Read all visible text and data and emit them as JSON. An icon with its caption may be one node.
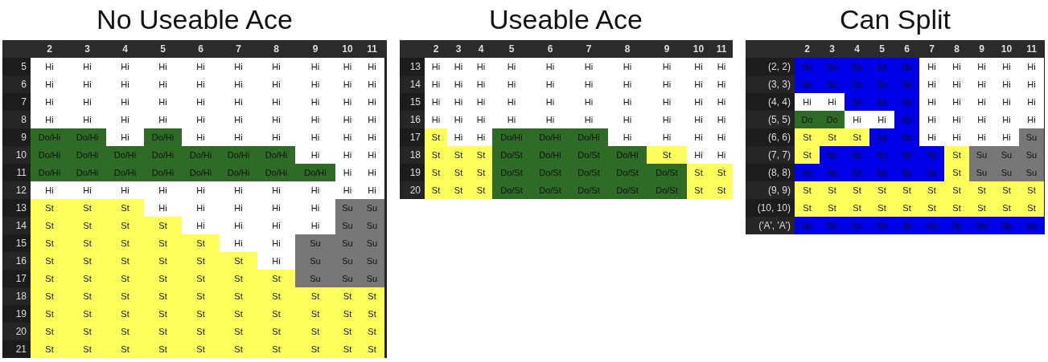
{
  "diagram": {
    "nodes": [
      {
        "text": [
          "No Useable Ace"
        ]
      },
      {
        "text": [
          "Useable Ace"
        ]
      },
      {
        "text": [
          "Can Split"
        ]
      }
    ],
    "labels": [
      "2",
      "3",
      "4",
      "5",
      "6",
      "7",
      "8",
      "9",
      "10",
      "11",
      "5",
      "Hi",
      "Hi",
      "Hi",
      "Hi",
      "Hi",
      "Hi",
      "Hi",
      "Hi",
      "Hi",
      "Hi",
      "6",
      "Hi",
      "Hi",
      "Hi",
      "Hi",
      "Hi",
      "Hi",
      "Hi",
      "Hi",
      "Hi",
      "Hi",
      "7",
      "Hi",
      "Hi",
      "Hi",
      "Hi",
      "Hi",
      "Hi",
      "Hi",
      "Hi",
      "Hi",
      "Hi",
      "8",
      "Hi",
      "Hi",
      "Hi",
      "Hi",
      "Hi",
      "Hi",
      "Hi",
      "Hi",
      "Hi",
      "Hi",
      "9",
      "Do/Hi",
      "Do/Hi",
      "Hi",
      "Do/Hi",
      "Hi",
      "Hi",
      "Hi",
      "Hi",
      "Hi",
      "Hi",
      "10",
      "Do/Hi",
      "Do/Hi",
      "Do/Hi",
      "Do/Hi",
      "Do/Hi",
      "Do/Hi",
      "Do/Hi",
      "Hi",
      "Hi",
      "Hi",
      "11",
      "Do/Hi",
      "Do/Hi",
      "Do/Hi",
      "Do/Hi",
      "Do/Hi",
      "Do/Hi",
      "Do/Hi",
      "Do/Hi",
      "Hi",
      "Hi",
      "12",
      "Hi",
      "Hi",
      "Hi",
      "Hi",
      "Hi",
      "Hi",
      "Hi",
      "Hi",
      "Hi",
      "Hi",
      "13",
      "St",
      "St",
      "St",
      "Hi",
      "Hi",
      "Hi",
      "Hi",
      "Hi",
      "Su",
      "Su",
      "14",
      "St",
      "St",
      "St",
      "St",
      "Hi",
      "Hi",
      "Hi",
      "Hi",
      "Su",
      "Su",
      "15",
      "St",
      "St",
      "St",
      "St",
      "St",
      "Hi",
      "Hi",
      "Su",
      "Su",
      "Su",
      "16",
      "St",
      "St",
      "St",
      "St",
      "St",
      "St",
      "Hi",
      "Su",
      "Su",
      "Su",
      "17",
      "St",
      "St",
      "St",
      "St",
      "St",
      "St",
      "St",
      "Su",
      "Su",
      "Su",
      "18",
      "St",
      "St",
      "St",
      "St",
      "St",
      "St",
      "St",
      "St",
      "St",
      "St",
      "19",
      "St",
      "St",
      "St",
      "St",
      "St",
      "St",
      "St",
      "St",
      "St",
      "St",
      "20",
      "St",
      "St",
      "St",
      "St",
      "St",
      "St",
      "St",
      "St",
      "St",
      "St",
      "21",
      "St",
      "St",
      "St",
      "St",
      "St",
      "St",
      "St",
      "St",
      "St",
      "St",
      "2",
      "3",
      "4",
      "5",
      "6",
      "7",
      "8",
      "9",
      "10",
      "11",
      "13",
      "Hi",
      "Hi",
      "Hi",
      "Hi",
      "Hi",
      "Hi",
      "Hi",
      "Hi",
      "Hi",
      "Hi",
      "14",
      "Hi",
      "Hi",
      "Hi",
      "Hi",
      "Hi",
      "Hi",
      "Hi",
      "Hi",
      "Hi",
      "Hi",
      "15",
      "Hi",
      "Hi",
      "Hi",
      "Hi",
      "Hi",
      "Hi",
      "Hi",
      "Hi",
      "Hi",
      "Hi",
      "16",
      "Hi",
      "Hi",
      "Hi",
      "Hi",
      "Hi",
      "Hi",
      "Hi",
      "Hi",
      "Hi",
      "Hi",
      "17",
      "St",
      "Hi",
      "Hi",
      "Do/Hi",
      "Do/Hi",
      "Do/Hi",
      "Hi",
      "Hi",
      "Hi",
      "Hi",
      "18",
      "St",
      "St",
      "St",
      "Do/St",
      "Do/Hi",
      "Do/St",
      "Do/Hi",
      "St",
      "Hi",
      "Hi",
      "19",
      "St",
      "St",
      "St",
      "Do/St",
      "Do/St",
      "Do/St",
      "Do/St",
      "Do/St",
      "St",
      "St",
      "20",
      "St",
      "St",
      "St",
      "Do/St",
      "Do/St",
      "Do/St",
      "Do/St",
      "Do/St",
      "St",
      "St",
      "2",
      "3",
      "4",
      "5",
      "6",
      "7",
      "8",
      "9",
      "10",
      "11",
      "(2, 2)",
      "Sp",
      "Sp",
      "Sp",
      "Sp",
      "Sp",
      "Hi",
      "Hi",
      "Hi",
      "Hi",
      "Hi",
      "(3, 3)",
      "Sp",
      "Sp",
      "Sp",
      "Sp",
      "Sp",
      "Hi",
      "Hi",
      "Hi",
      "Hi",
      "Hi",
      "(4, 4)",
      "Hi",
      "Hi",
      "Sp",
      "Sp",
      "Sp",
      "Hi",
      "Hi",
      "Hi",
      "Hi",
      "Hi",
      "(5, 5)",
      "Do",
      "Do",
      "Hi",
      "Hi",
      "Sp",
      "Hi",
      "Hi",
      "Hi",
      "Hi",
      "Hi",
      "(6, 6)",
      "St",
      "St",
      "St",
      "Sp",
      "Sp",
      "Hi",
      "Hi",
      "Hi",
      "Hi",
      "Su",
      "(7, 7)",
      "St",
      "Sp",
      "Sp",
      "Sp",
      "Sp",
      "Sp",
      "St",
      "Su",
      "Su",
      "Su",
      "(8, 8)",
      "Sp",
      "Sp",
      "Sp",
      "Sp",
      "Sp",
      "Sp",
      "St",
      "Su",
      "Su",
      "Su",
      "(9, 9)",
      "St",
      "St",
      "St",
      "St",
      "St",
      "St",
      "St",
      "St",
      "St",
      "St",
      "(10, 10)",
      "St",
      "St",
      "St",
      "St",
      "St",
      "St",
      "St",
      "St",
      "St",
      "St",
      "('A', 'A')",
      "Sp",
      "Sp",
      "Sp",
      "Sp",
      "Sp",
      "Sp",
      "Sp",
      "Sp",
      "Sp",
      "Sp"
    ]
  }
}
